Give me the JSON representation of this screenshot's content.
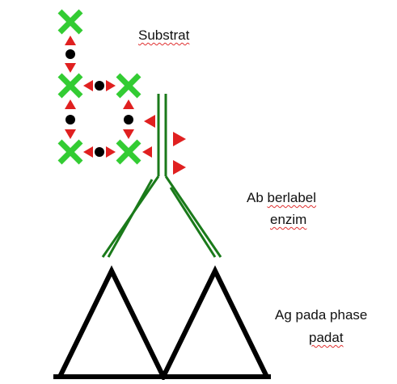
{
  "labels": {
    "substrat": "Substrat",
    "ab_line1_a": "Ab",
    "ab_line1_b": "berlabel",
    "ab_line2": "enzim",
    "ag_line1": "Ag pada phase",
    "ag_line2": "padat"
  },
  "colors": {
    "cross": "#33cc33",
    "arrow": "#e02020",
    "dot": "#000000",
    "antibody": "#1a7a1a",
    "antigen": "#000000",
    "spellcheck": "#e03030"
  },
  "icons": {
    "substrate_marker": "x-cross-icon",
    "link_arrow": "red-triangle-arrow-icon",
    "link_node": "black-dot-icon"
  }
}
